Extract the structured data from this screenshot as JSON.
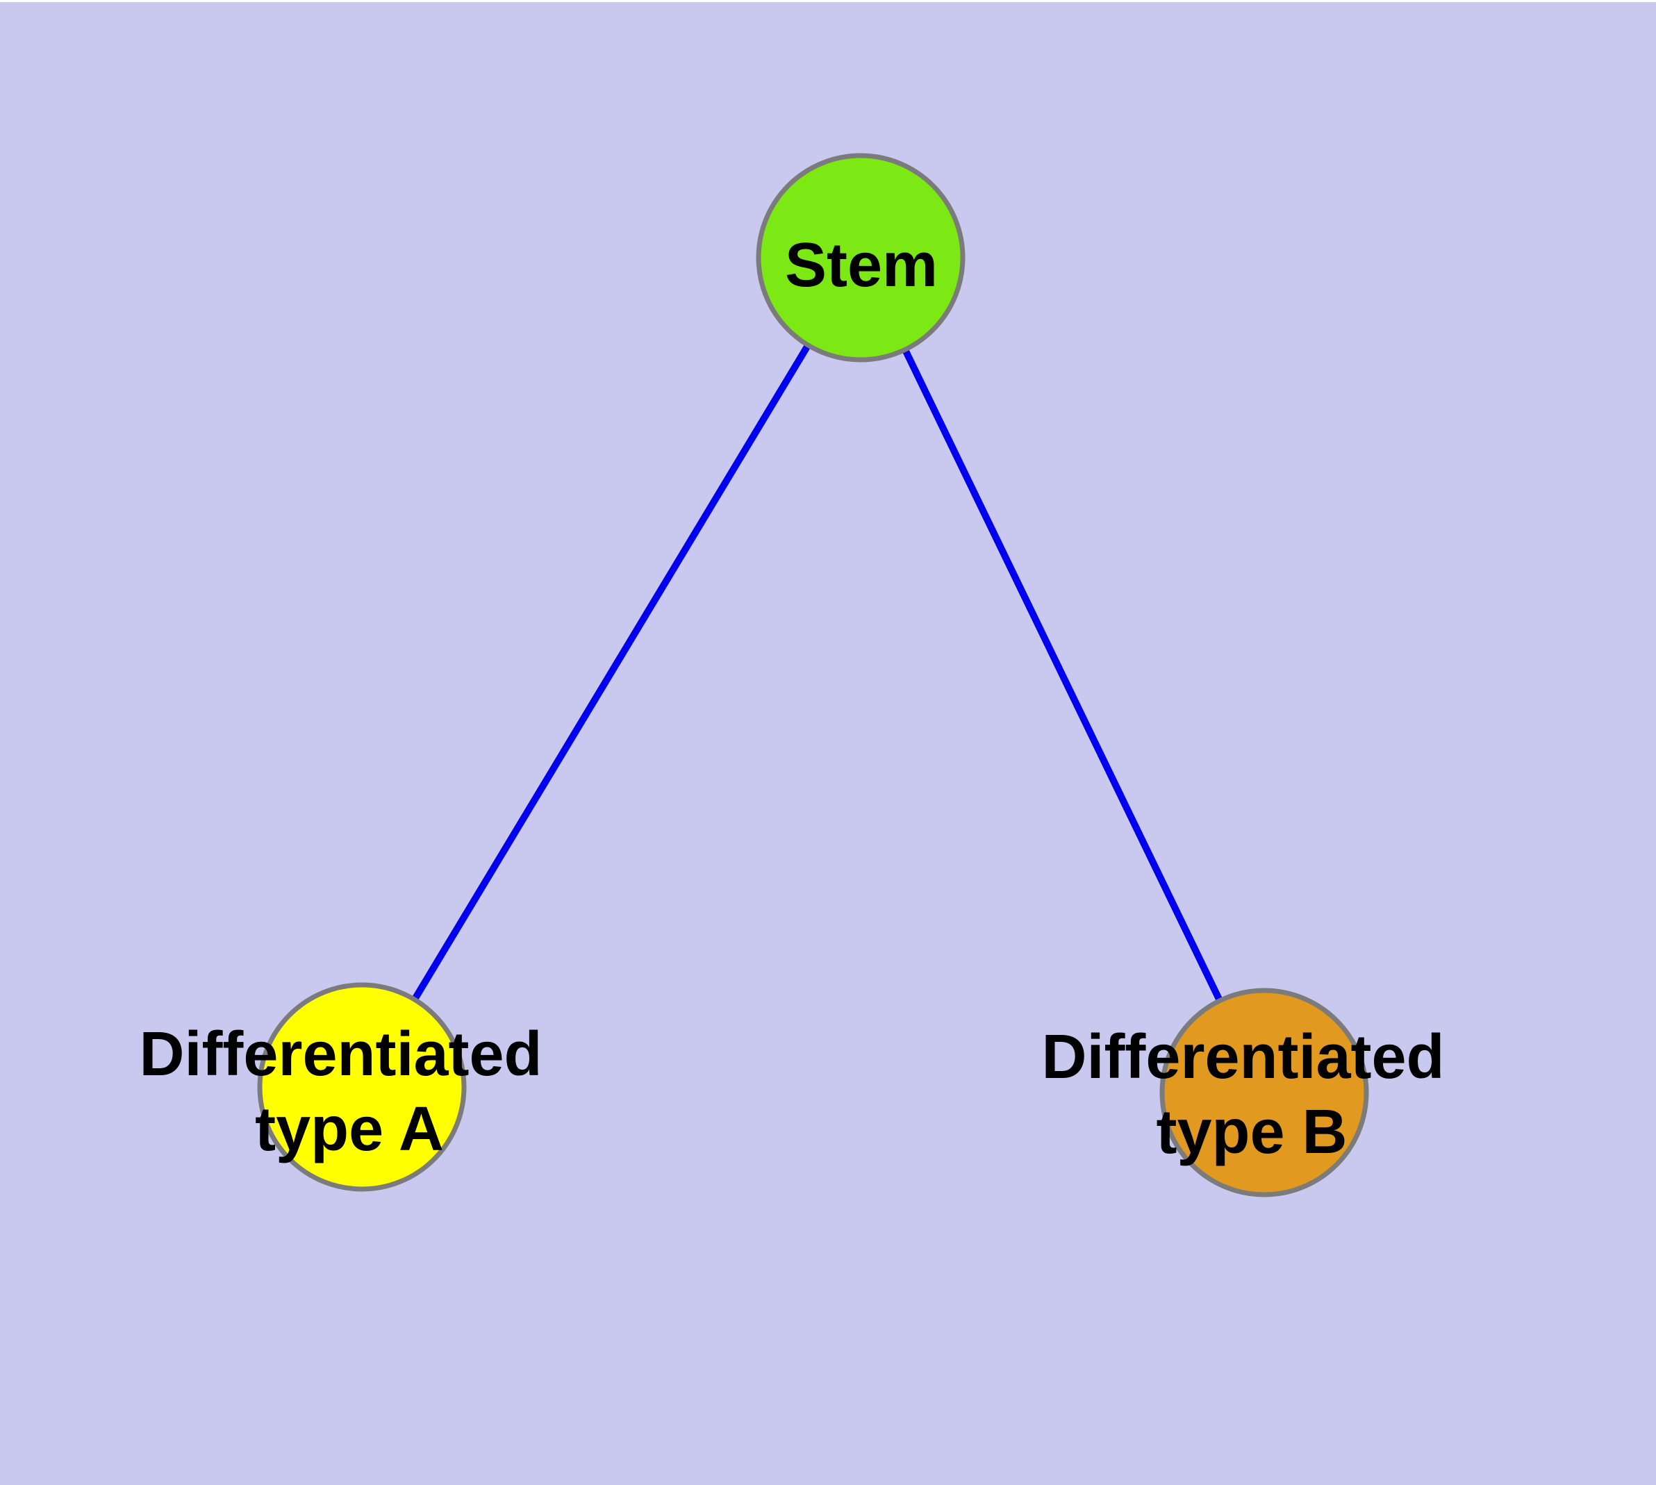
{
  "canvas": {
    "background_color": "#C9C9F0",
    "top_edge_color": "#FFFFFF"
  },
  "graph": {
    "edge_color": "#0000F0",
    "node_border_color": "#7B7B7B",
    "label_color": "#000000",
    "nodes": [
      {
        "id": "stem",
        "label": "Stem",
        "fill_color": "#7DE914"
      },
      {
        "id": "differentiated-type-a",
        "label": "Differentiated type A",
        "label_lines": [
          "Differentiated",
          "type A"
        ],
        "fill_color": "#FFFF00"
      },
      {
        "id": "differentiated-type-b",
        "label": "Differentiated type B",
        "label_lines": [
          "Differentiated",
          "type B"
        ],
        "fill_color": "#E1991F"
      }
    ],
    "edges": [
      {
        "from": "Stem",
        "to": "Differentiated type A"
      },
      {
        "from": "Stem",
        "to": "Differentiated type B"
      }
    ]
  }
}
